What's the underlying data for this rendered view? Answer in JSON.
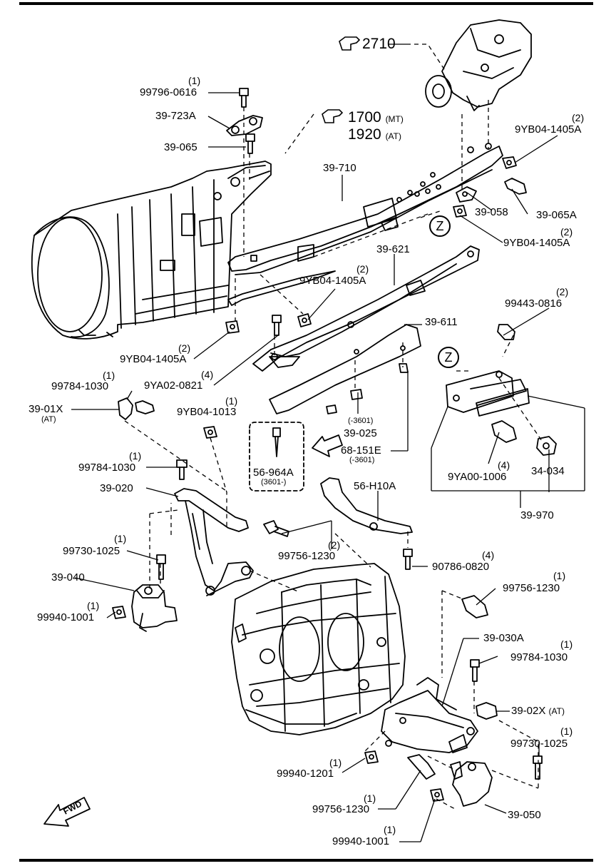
{
  "refs": {
    "r2710": "2710",
    "r1700": "1700",
    "r1700_tag": "(MT)",
    "r1920": "1920",
    "r1920_tag": "(AT)"
  },
  "zone_marker": "Z",
  "fwd": "FWD",
  "labels": {
    "p99796": "99796-0616",
    "p39723a": "39-723A",
    "p39065": "39-065",
    "p39710": "39-710",
    "p9yb04_tr": "9YB04-1405A",
    "p39065a": "39-065A",
    "p39058": "39-058",
    "p9yb04_r": "9YB04-1405A",
    "p39621": "39-621",
    "p9yb04_m": "9YB04-1405A",
    "p99443": "99443-0816",
    "p39611": "39-611",
    "p9yb04_l": "9YB04-1405A",
    "p9ya02": "9YA02-0821",
    "p99784_a": "99784-1030",
    "p3901x": "39-01X",
    "p3901x_tag": "(AT)",
    "p9yb04_1013": "9YB04-1013",
    "p3601_a": "(-3601)",
    "p39025": "39-025",
    "p68151e": "68-151E",
    "p3601_b": "(-3601)",
    "p56964a": "56-964A",
    "p56964a_tag": "(3601-)",
    "p99784_b": "99784-1030",
    "p39020": "39-020",
    "p56h10a": "56-H10A",
    "p9ya00": "9YA00-1006",
    "p34034": "34-034",
    "p39970": "39-970",
    "p99730_a": "99730-1025",
    "p99756_a": "99756-1230",
    "p90786": "90786-0820",
    "p39040": "39-040",
    "p99940_a": "99940-1001",
    "p99756_b": "99756-1230",
    "p39030a": "39-030A",
    "p99784_c": "99784-1030",
    "p3902x": "39-02X",
    "p3902x_tag": "(AT)",
    "p99730_b": "99730-1025",
    "p99940_1201": "99940-1201",
    "p99756_c": "99756-1230",
    "p39050": "39-050",
    "p99940_b": "99940-1001"
  },
  "quantities": {
    "q99796": "(1)",
    "q9yb04_tr": "(2)",
    "q9yb04_r": "(2)",
    "q9yb04_m": "(2)",
    "q99443": "(2)",
    "q9yb04_l": "(2)",
    "q9ya02": "(4)",
    "q99784_a": "(1)",
    "q9yb04_1013": "(1)",
    "q99784_b": "(1)",
    "q9ya00": "(4)",
    "q99730_a": "(1)",
    "q99756_a": "(2)",
    "q90786": "(4)",
    "q99940_a": "(1)",
    "q99756_b": "(1)",
    "q99784_c": "(1)",
    "q99730_b": "(1)",
    "q99940_1201": "(1)",
    "q99756_c": "(1)",
    "q99940_b": "(1)"
  }
}
